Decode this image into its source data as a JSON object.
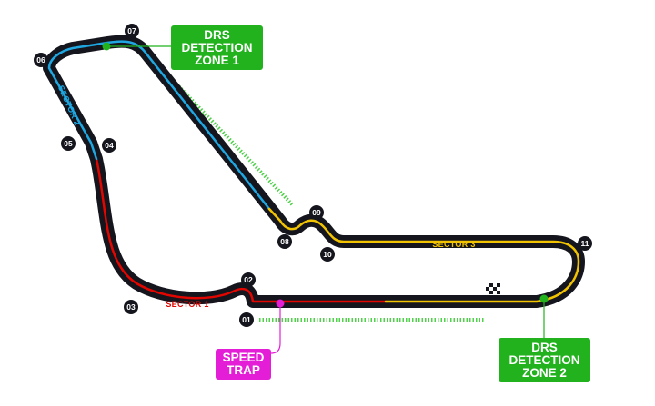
{
  "turns": [
    "01",
    "02",
    "03",
    "04",
    "05",
    "06",
    "07",
    "08",
    "09",
    "10",
    "11"
  ],
  "sectors": {
    "s1": {
      "label": "SECTOR 1",
      "color": "#e10600"
    },
    "s2": {
      "label": "SECTOR 2",
      "color": "#1ea7e1"
    },
    "s3": {
      "label": "SECTOR 3",
      "color": "#f2c300"
    }
  },
  "callouts": {
    "drs1": {
      "lines": [
        "DRS",
        "DETECTION",
        "ZONE 1"
      ],
      "color": "#21b21e"
    },
    "drs2": {
      "lines": [
        "DRS",
        "DETECTION",
        "ZONE 2"
      ],
      "color": "#21b21e"
    },
    "speed": {
      "lines": [
        "SPEED",
        "TRAP"
      ],
      "color": "#e31ed6"
    }
  },
  "colors": {
    "track": "#15151e",
    "drs_zone": "#4fd14a"
  },
  "icons": [
    "chevrons-left-icon",
    "checkered-flag-icon"
  ]
}
